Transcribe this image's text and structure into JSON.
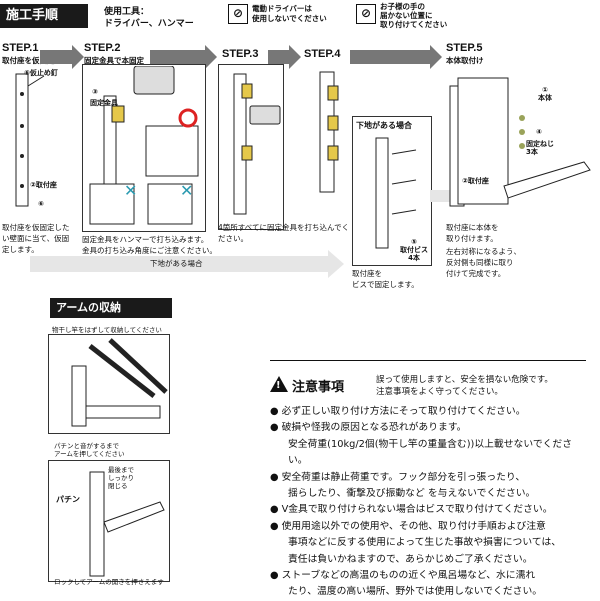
{
  "header": {
    "title": "施工手順",
    "tools_label": "使用工具：",
    "tools": "ドライバー、ハンマー",
    "warn1": "電動ドライバーは\n使用しないでください",
    "warn2": "お子様の手の\n届かない位置に\n取り付けてください"
  },
  "steps": [
    {
      "label": "STEP.1",
      "sub": "取付座を仮固定",
      "part6": "⑥仮止め釘",
      "part2": "②取付座",
      "num6": "⑥",
      "caption": "取付座を仮固定したい壁面に当て、仮固定します。"
    },
    {
      "label": "STEP.2",
      "sub": "固定金具で本固定",
      "part3": "固定金具",
      "num3": "③",
      "caption": "固定金具をハンマーで打ち込みます。\n金具の打ち込み角度にご注意ください。"
    },
    {
      "label": "STEP.3",
      "caption": "4箇所すべてに固定金具を打ち込んでください。"
    },
    {
      "label": "STEP.4",
      "box_title": "下地がある場合",
      "part5": "⑤\n取付ビス\n4本",
      "caption": "取付座を\nビスで固定します。"
    },
    {
      "label": "STEP.5",
      "sub": "本体取付け",
      "p1": "①\n本体",
      "p4": "④",
      "p4b": "固定ねじ\n3本",
      "p2": "②取付座",
      "caption1": "取付座に本体を\n取り付けます。",
      "caption2": "左右対称になるよう、\n反対側も同様に取り\n付けて完成です。"
    }
  ],
  "flow_label": "下地がある場合",
  "arm": {
    "title": "アームの収納",
    "note1": "物干し竿をはずして収納してください",
    "note2": "パチンと音がするまで\nアームを押してください",
    "note3": "最後まで\nしっかり\n閉じる",
    "pachin": "パチン",
    "note4": "ロックしてアームの開きを押さえます"
  },
  "notice": {
    "title": "注意事項",
    "intro": "誤って使用しますと、安全を損ない危険です。\n注意事項をよく守ってください。",
    "bullet": "●",
    "items": [
      "必ず正しい取り付け方法にそって取り付けてください。",
      "破損や怪我の原因となる恐れがあります。",
      "安全荷重(10kg/2個(物干し竿の重量含む))以上載せないでください。",
      "安全荷重は静止荷重です。フック部分を引っ張ったり、",
      "揺らしたり、衝撃及び振動など を与えないでください。",
      "V金具で取り付けられない場合はビスで取り付けてください。",
      "使用用途以外での使用や、その他、取り付け手順および注意",
      "事項などに反する使用によって生じた事故や損害については、",
      "責任は負いかねますので、あらかじめご了承ください。",
      "ストーブなどの高温のものの近くや風呂場など、水に濡れ",
      "たり、温度の高い場所、野外では使用しないでください。"
    ]
  }
}
